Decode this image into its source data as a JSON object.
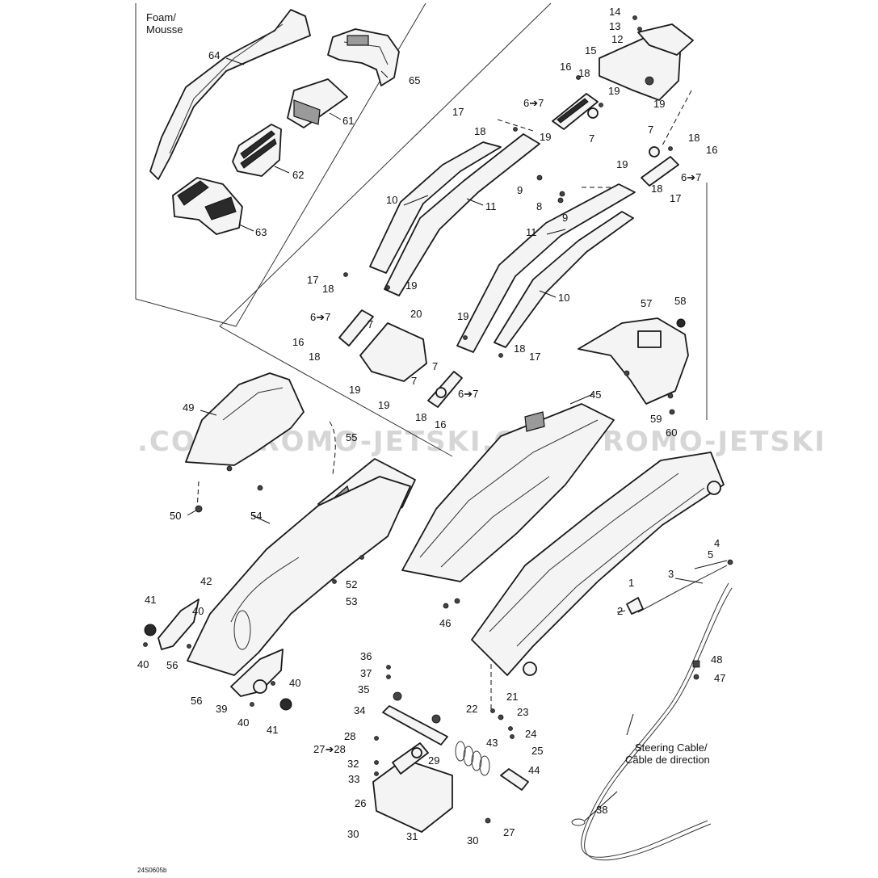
{
  "figure": {
    "code": "24S0605b",
    "watermark": ".COM PROMO-JETSKI.COM PROMO-JETSKI",
    "foam_box_title_line1": "Foam/",
    "foam_box_title_line2": "Mousse",
    "steering_cable_line1": "Steering Cable/",
    "steering_cable_line2": "Câble de direction"
  },
  "callouts": [
    {
      "id": "c14",
      "text": "14"
    },
    {
      "id": "c13",
      "text": "13"
    },
    {
      "id": "c12",
      "text": "12"
    },
    {
      "id": "c15",
      "text": "15"
    },
    {
      "id": "c16a",
      "text": "16"
    },
    {
      "id": "c18a",
      "text": "18"
    },
    {
      "id": "c19a",
      "text": "19"
    },
    {
      "id": "c19b",
      "text": "19"
    },
    {
      "id": "c6to7a",
      "text": "6➔7"
    },
    {
      "id": "c7a",
      "text": "7"
    },
    {
      "id": "c17a",
      "text": "17"
    },
    {
      "id": "c18b",
      "text": "18"
    },
    {
      "id": "c19c",
      "text": "19"
    },
    {
      "id": "c7b",
      "text": "7"
    },
    {
      "id": "c18c",
      "text": "18"
    },
    {
      "id": "c16b",
      "text": "16"
    },
    {
      "id": "c6to7b",
      "text": "6➔7"
    },
    {
      "id": "c19d",
      "text": "19"
    },
    {
      "id": "c9a",
      "text": "9"
    },
    {
      "id": "c8",
      "text": "8"
    },
    {
      "id": "c9b",
      "text": "9"
    },
    {
      "id": "c18d",
      "text": "18"
    },
    {
      "id": "c17b",
      "text": "17"
    },
    {
      "id": "c10a",
      "text": "10"
    },
    {
      "id": "c11a",
      "text": "11"
    },
    {
      "id": "c11b",
      "text": "11"
    },
    {
      "id": "c10b",
      "text": "10"
    },
    {
      "id": "c17c",
      "text": "17"
    },
    {
      "id": "c18e",
      "text": "18"
    },
    {
      "id": "c19e",
      "text": "19"
    },
    {
      "id": "c6to7c",
      "text": "6➔7"
    },
    {
      "id": "c7c",
      "text": "7"
    },
    {
      "id": "c16c",
      "text": "16"
    },
    {
      "id": "c18f",
      "text": "18"
    },
    {
      "id": "c20",
      "text": "20"
    },
    {
      "id": "c19f",
      "text": "19"
    },
    {
      "id": "c19g",
      "text": "19"
    },
    {
      "id": "c19h",
      "text": "19"
    },
    {
      "id": "c7d",
      "text": "7"
    },
    {
      "id": "c7e",
      "text": "7"
    },
    {
      "id": "c6to7d",
      "text": "6➔7"
    },
    {
      "id": "c18g",
      "text": "18"
    },
    {
      "id": "c16d",
      "text": "16"
    },
    {
      "id": "c18h",
      "text": "18"
    },
    {
      "id": "c17d",
      "text": "17"
    },
    {
      "id": "c64",
      "text": "64"
    },
    {
      "id": "c65",
      "text": "65"
    },
    {
      "id": "c61",
      "text": "61"
    },
    {
      "id": "c62",
      "text": "62"
    },
    {
      "id": "c63",
      "text": "63"
    },
    {
      "id": "c57",
      "text": "57"
    },
    {
      "id": "c58",
      "text": "58"
    },
    {
      "id": "c59",
      "text": "59"
    },
    {
      "id": "c60",
      "text": "60"
    },
    {
      "id": "c49",
      "text": "49"
    },
    {
      "id": "c55",
      "text": "55"
    },
    {
      "id": "c45",
      "text": "45"
    },
    {
      "id": "c50",
      "text": "50"
    },
    {
      "id": "c54",
      "text": "54"
    },
    {
      "id": "c52",
      "text": "52"
    },
    {
      "id": "c53",
      "text": "53"
    },
    {
      "id": "c46",
      "text": "46"
    },
    {
      "id": "c42",
      "text": "42"
    },
    {
      "id": "c41a",
      "text": "41"
    },
    {
      "id": "c40a",
      "text": "40"
    },
    {
      "id": "c40b",
      "text": "40"
    },
    {
      "id": "c56a",
      "text": "56"
    },
    {
      "id": "c56b",
      "text": "56"
    },
    {
      "id": "c39",
      "text": "39"
    },
    {
      "id": "c40c",
      "text": "40"
    },
    {
      "id": "c40d",
      "text": "40"
    },
    {
      "id": "c41b",
      "text": "41"
    },
    {
      "id": "c4",
      "text": "4"
    },
    {
      "id": "c5",
      "text": "5"
    },
    {
      "id": "c3",
      "text": "3"
    },
    {
      "id": "c1",
      "text": "1"
    },
    {
      "id": "c2",
      "text": "2"
    },
    {
      "id": "c36",
      "text": "36"
    },
    {
      "id": "c37",
      "text": "37"
    },
    {
      "id": "c35",
      "text": "35"
    },
    {
      "id": "c34",
      "text": "34"
    },
    {
      "id": "c21",
      "text": "21"
    },
    {
      "id": "c22",
      "text": "22"
    },
    {
      "id": "c23",
      "text": "23"
    },
    {
      "id": "c24",
      "text": "24"
    },
    {
      "id": "c25",
      "text": "25"
    },
    {
      "id": "c43",
      "text": "43"
    },
    {
      "id": "c44",
      "text": "44"
    },
    {
      "id": "c48",
      "text": "48"
    },
    {
      "id": "c47",
      "text": "47"
    },
    {
      "id": "c28",
      "text": "28"
    },
    {
      "id": "c27to28",
      "text": "27➔28"
    },
    {
      "id": "c29",
      "text": "29"
    },
    {
      "id": "c32",
      "text": "32"
    },
    {
      "id": "c33",
      "text": "33"
    },
    {
      "id": "c26",
      "text": "26"
    },
    {
      "id": "c30a",
      "text": "30"
    },
    {
      "id": "c31",
      "text": "31"
    },
    {
      "id": "c30b",
      "text": "30"
    },
    {
      "id": "c27",
      "text": "27"
    },
    {
      "id": "c38",
      "text": "38"
    }
  ]
}
